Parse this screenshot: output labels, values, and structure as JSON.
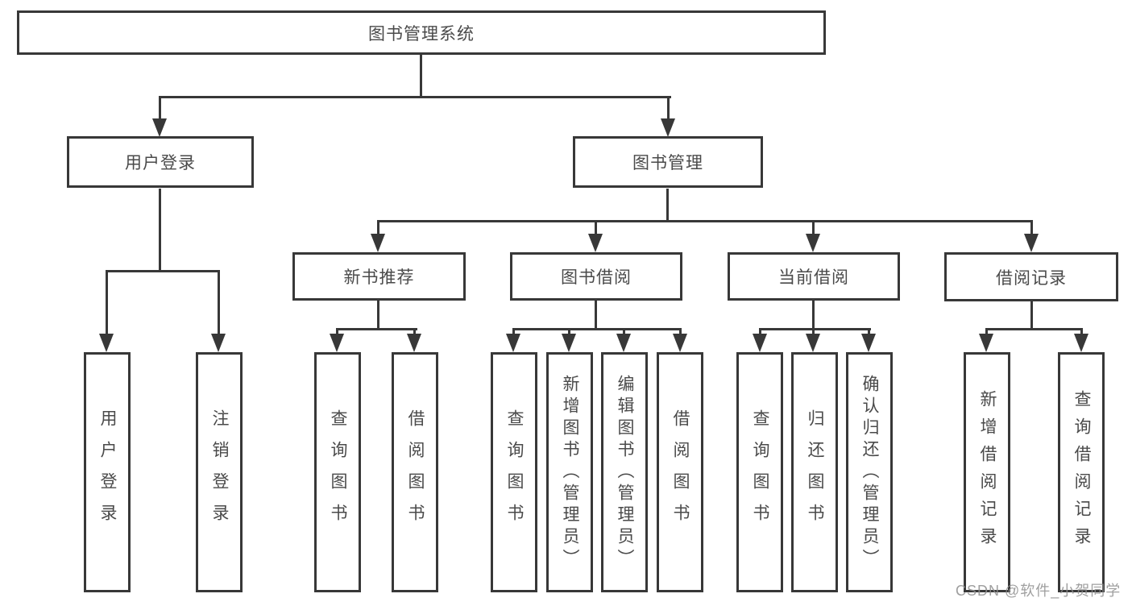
{
  "root": {
    "label": "图书管理系统"
  },
  "level2": [
    {
      "label": "用户登录",
      "parent": "图书管理系统"
    },
    {
      "label": "图书管理",
      "parent": "图书管理系统"
    }
  ],
  "level3": [
    {
      "label": "新书推荐",
      "parent": "图书管理"
    },
    {
      "label": "图书借阅",
      "parent": "图书管理"
    },
    {
      "label": "当前借阅",
      "parent": "图书管理"
    },
    {
      "label": "借阅记录",
      "parent": "图书管理"
    }
  ],
  "leaves": [
    {
      "label": "用户登录",
      "parent": "用户登录"
    },
    {
      "label": "注销登录",
      "parent": "用户登录"
    },
    {
      "label": "查询图书",
      "parent": "新书推荐"
    },
    {
      "label": "借阅图书",
      "parent": "新书推荐"
    },
    {
      "label": "查询图书",
      "parent": "图书借阅"
    },
    {
      "label": "新增图书（管理员）",
      "parent": "图书借阅"
    },
    {
      "label": "编辑图书（管理员）",
      "parent": "图书借阅"
    },
    {
      "label": "借阅图书",
      "parent": "图书借阅"
    },
    {
      "label": "查询图书",
      "parent": "当前借阅"
    },
    {
      "label": "归还图书",
      "parent": "当前借阅"
    },
    {
      "label": "确认归还（管理员）",
      "parent": "当前借阅"
    },
    {
      "label": "新增借阅记录",
      "parent": "借阅记录"
    },
    {
      "label": "查询借阅记录",
      "parent": "借阅记录"
    }
  ],
  "watermark": "CSDN @软件_小贺同学",
  "colors": {
    "line": "#383838",
    "text": "#4a4a4a",
    "background": "#ffffff",
    "watermark": "#8f8f8f"
  }
}
